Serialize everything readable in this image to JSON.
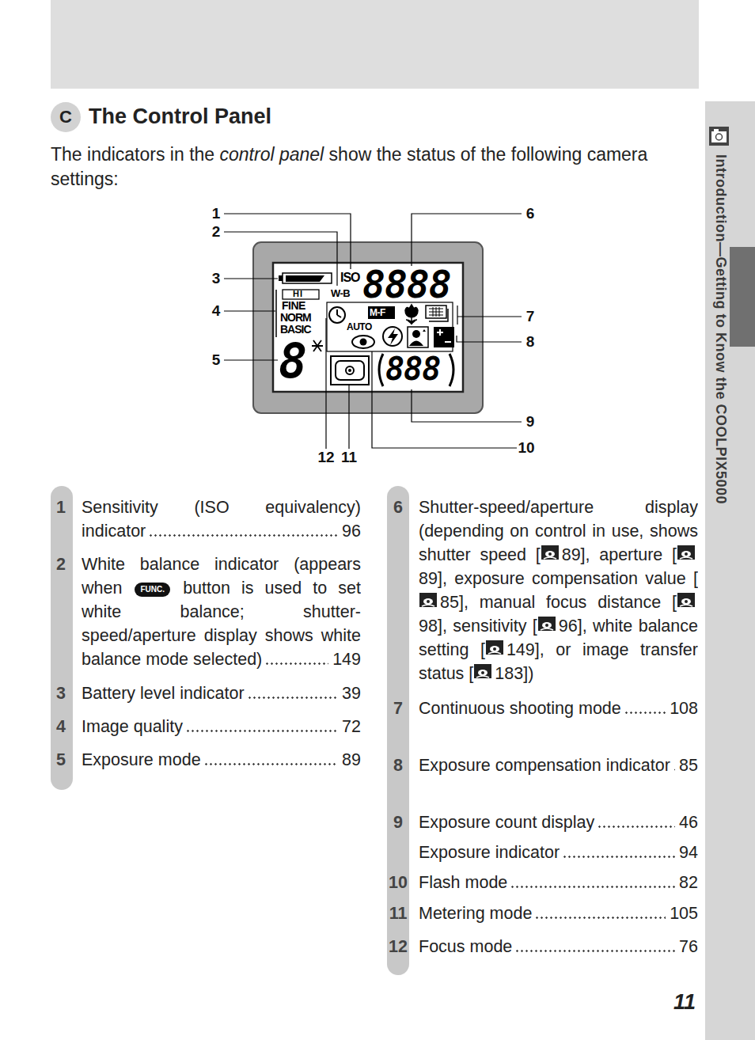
{
  "diagram": {
    "title": "The Control Panel",
    "labels": [
      "C",
      "The indicators in the",
      "control panel",
      "show the status of the following camera settings:",
      "1",
      "2",
      "3",
      "4",
      "5",
      "6",
      "7",
      "8",
      "9",
      "10",
      "11",
      "12",
      "ISO",
      "W-B",
      "HI",
      "FINE",
      "NORM",
      "BASIC",
      "M-F",
      "AUTO",
      "8888",
      "8",
      "888",
      "1",
      "Sensitivity (ISO equivalency) indicator",
      "96",
      "2",
      "White balance indicator (appears when",
      "FUNC.",
      "button is used to set white balance; shutter-speed/aperture display shows white balance mode selected)",
      "149",
      "3",
      "Battery level indicator",
      "39",
      "4",
      "Image quality",
      "72",
      "5",
      "Exposure mode",
      "89",
      "6",
      "Shutter-speed/aperture display (depending on control in use, shows shutter speed [",
      "89], aperture [",
      "89], exposure compensation value [",
      "85], manual focus distance [",
      "98], sensitivity [",
      "96], white balance setting [",
      "149], or image transfer status [",
      "183])",
      "7",
      "Continuous shooting mode",
      "108",
      "8",
      "Exposure compensation indicator",
      "85",
      "9",
      "Exposure count display",
      "46",
      "Exposure indicator",
      "94",
      "10",
      "Flash mode",
      "82",
      "11",
      "Metering mode",
      "105",
      "12",
      "Focus mode",
      "76",
      "Introduction—Getting to Know the COOLPIX5000",
      "11"
    ]
  }
}
